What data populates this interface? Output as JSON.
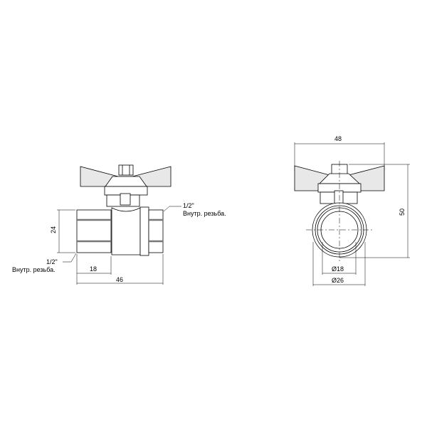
{
  "drawing": {
    "subject": "Ball valve with butterfly handle",
    "side_view": {
      "dim_height": "24",
      "dim_thread_length": "18",
      "dim_total_length": "46",
      "callout_right": {
        "size": "1/2\"",
        "text": "Внутр. резьба."
      },
      "callout_left": {
        "size": "1/2\"",
        "text": "Внутр. резьба."
      }
    },
    "front_view": {
      "dim_handle_width": "48",
      "dim_height": "50",
      "dim_inner_diameter": "Ø18",
      "dim_outer_diameter": "Ø26"
    },
    "colors": {
      "line": "#000000",
      "fill": "#ffffff",
      "shade": "#9a9a9a"
    }
  }
}
